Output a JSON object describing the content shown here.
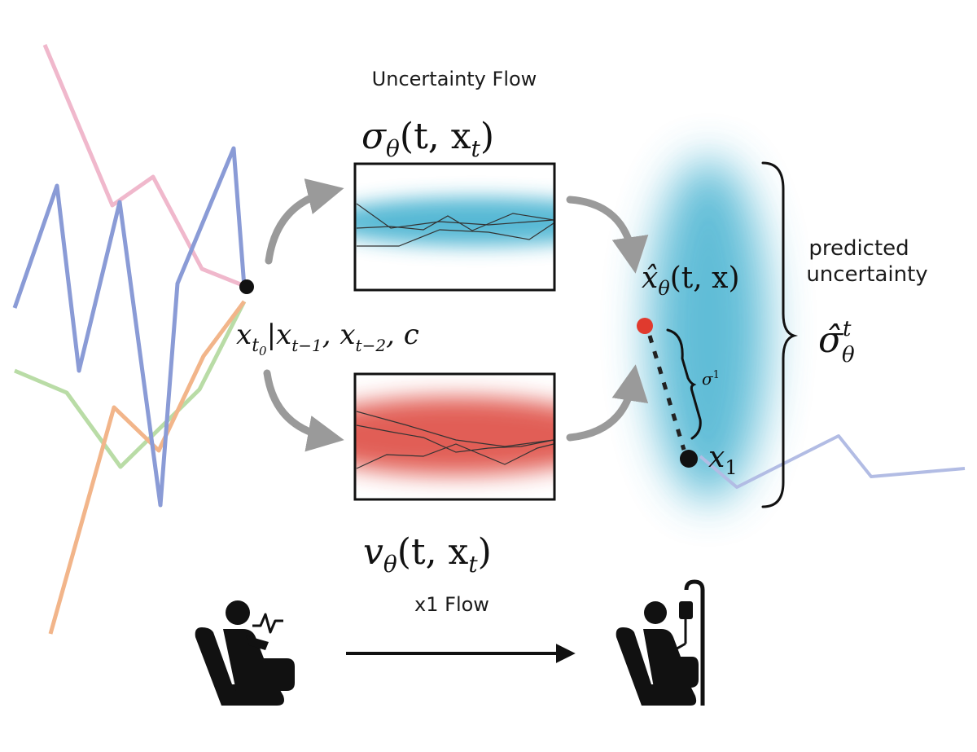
{
  "labels": {
    "uncertainty_flow": "Uncertainty Flow",
    "x1_flow": "x1 Flow",
    "predicted_uncertainty_line1": "predicted",
    "predicted_uncertainty_line2": "uncertainty"
  },
  "math": {
    "sigma_theta": {
      "sym": "σ",
      "sub": "θ",
      "args": "(t, x",
      "argsub": "t",
      "close": ")"
    },
    "v_theta": {
      "sym": "v",
      "sub": "θ",
      "args": "(t, x",
      "argsub": "t",
      "close": ")"
    },
    "condition": {
      "x": "x",
      "t0_t": "t",
      "t0_0": "0",
      "bar": "|x",
      "tm1": "t−1",
      "comma1": ", x",
      "tm2": "t−2",
      "tail": ", c"
    },
    "xhat": {
      "sym": "x̂",
      "sub": "θ",
      "args": "(t, x)"
    },
    "sigma_superscript": "1",
    "sigma_sym": "σ",
    "x1": {
      "sym": "x",
      "sub": "1"
    },
    "sigma_hat": {
      "sym": "σ̂",
      "sup": "t",
      "sub": "θ"
    }
  },
  "colors": {
    "uncertainty_blue": "#4fb6d3",
    "velocity_red": "#e0574e",
    "arrow_gray": "#9a9a9a",
    "series_blue": "#8a9bd6",
    "series_pink": "#f0b8cc",
    "series_orange": "#f2b58a",
    "series_green": "#b9dca6",
    "predicted_point": "#e03a2e"
  },
  "icons": [
    "patient-heartbeat-icon",
    "patient-iv-drip-icon"
  ]
}
